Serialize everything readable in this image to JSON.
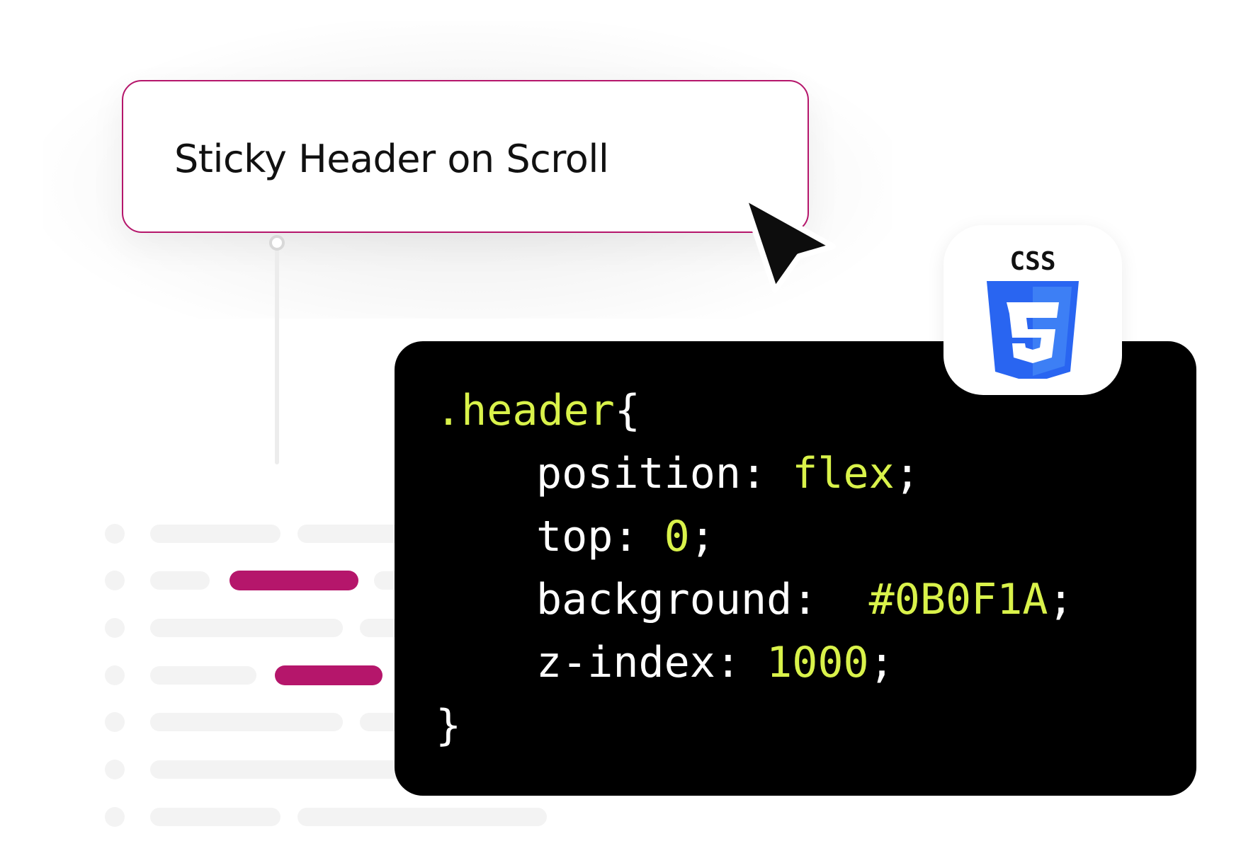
{
  "title_card": {
    "title": "Sticky Header on Scroll"
  },
  "code": {
    "line1_selector": ".header",
    "line1_brace": "{",
    "line2_property": "position: ",
    "line2_value": "flex",
    "line2_semicolon": ";",
    "line3_property": "top: ",
    "line3_value": "0",
    "line3_semicolon": ";",
    "line4_property": "background:  ",
    "line4_value": "#0B0F1A",
    "line4_semicolon": ";",
    "line5_property": "z-index: ",
    "line5_value": "1000",
    "line5_semicolon": ";",
    "line6_brace": "}"
  },
  "badge": {
    "label": "CSS",
    "icon": "css3-shield-icon"
  },
  "colors": {
    "accent": "#b5166b",
    "code_background": "#000000",
    "code_highlight": "#d9f24a",
    "css_blue": "#2965f1"
  }
}
